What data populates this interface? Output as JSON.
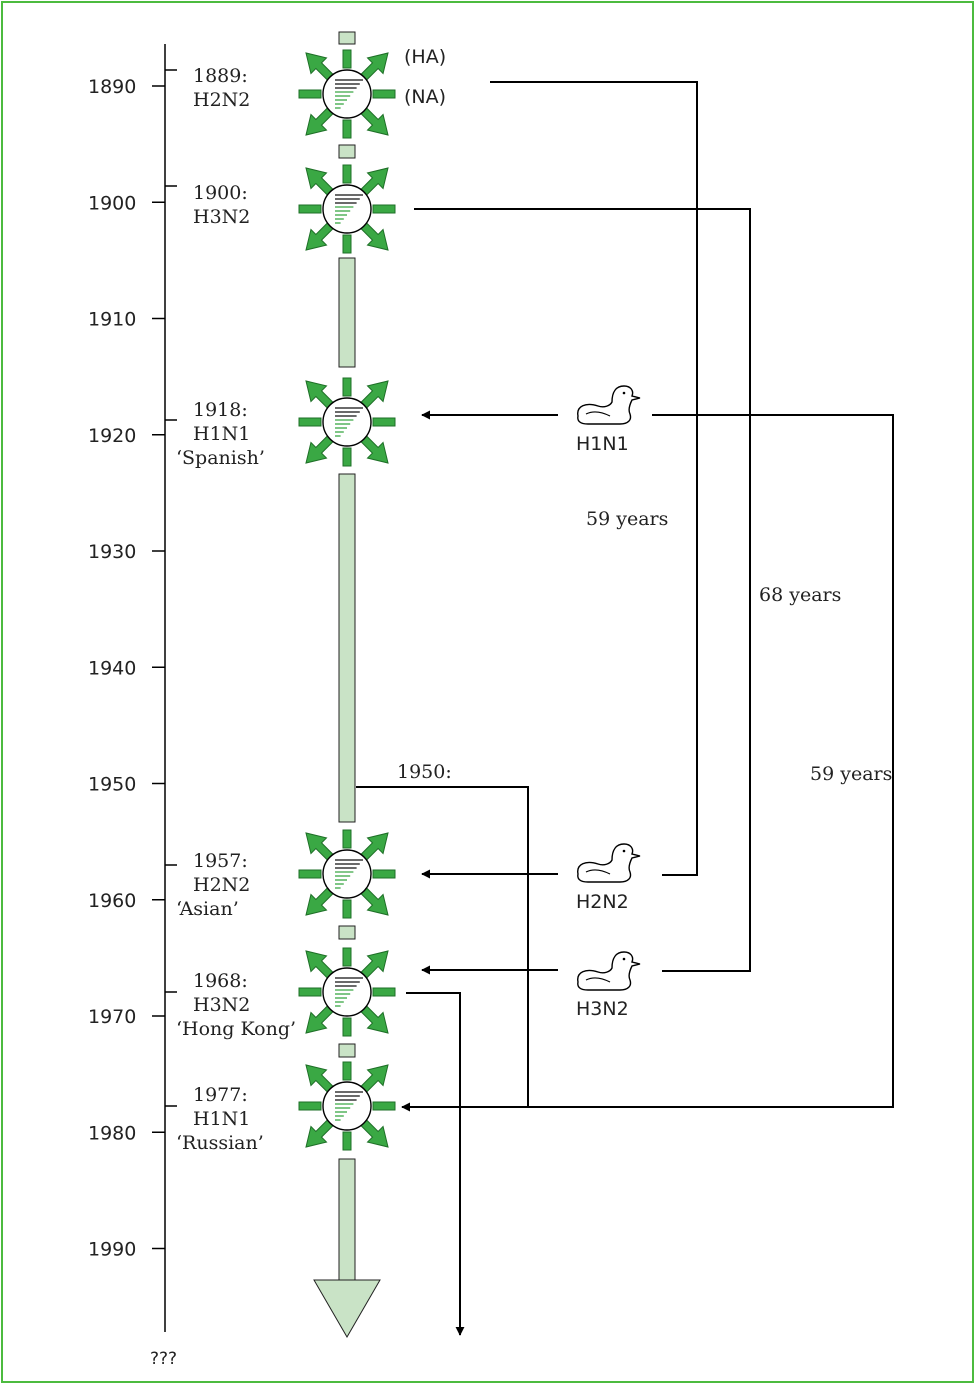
{
  "colors": {
    "border": "#4cbb3f",
    "arrow_fill": "#3aa844",
    "arrow_stroke": "#1e6f27",
    "bar_fill": "#c9e3c6",
    "bar_stroke": "#222222",
    "line": "#000000"
  },
  "timeline": {
    "years": [
      "1890",
      "1900",
      "1910",
      "1920",
      "1930",
      "1940",
      "1950",
      "1960",
      "1970",
      "1980",
      "1990"
    ],
    "end_label": "???"
  },
  "virus_legend": {
    "ha_label": "(HA)",
    "na_label": "(NA)"
  },
  "pandemics": [
    {
      "year": "1889:",
      "subtype": "H2N2",
      "name": ""
    },
    {
      "year": "1900:",
      "subtype": "H3N2",
      "name": ""
    },
    {
      "year": "1918:",
      "subtype": "H1N1",
      "name": "‘Spanish’"
    },
    {
      "year": "1957:",
      "subtype": "H2N2",
      "name": "‘Asian’"
    },
    {
      "year": "1968:",
      "subtype": "H3N2",
      "name": "‘Hong Kong’"
    },
    {
      "year": "1977:",
      "subtype": "H1N1",
      "name": "‘Russian’"
    }
  ],
  "ducks": [
    {
      "subtype": "H1N1"
    },
    {
      "subtype": "H2N2"
    },
    {
      "subtype": "H3N2"
    }
  ],
  "intervals": {
    "h2n2": "59 years",
    "h3n2": "68 years",
    "h1n1": "59 years"
  },
  "marker_1950": "1950:"
}
